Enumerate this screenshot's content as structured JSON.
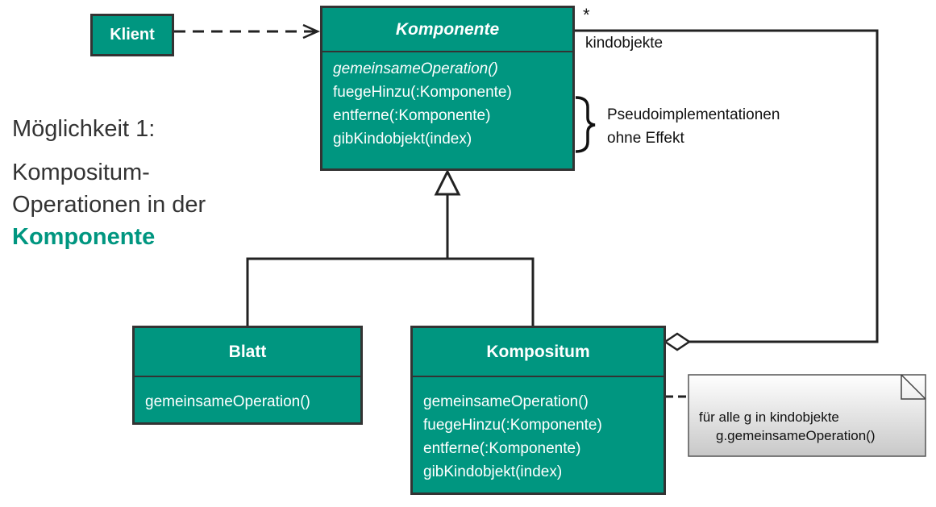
{
  "klient": {
    "label": "Klient"
  },
  "komponente": {
    "title": "Komponente",
    "operations": [
      "gemeinsameOperation()",
      "fuegeHinzu(:Komponente)",
      "entferne(:Komponente)",
      "gibKindobjekt(index)"
    ]
  },
  "association": {
    "multiplicity": "*",
    "role": "kindobjekte"
  },
  "brace_note": {
    "line1": "Pseudoimplementationen",
    "line2": "ohne Effekt"
  },
  "side_label": {
    "line1": "Möglichkeit 1:",
    "line2": "Kompositum-",
    "line3": "Operationen in der",
    "highlight": "Komponente"
  },
  "blatt": {
    "title": "Blatt",
    "operations": [
      "gemeinsameOperation()"
    ]
  },
  "kompositum": {
    "title": "Kompositum",
    "operations": [
      "gemeinsameOperation()",
      "fuegeHinzu(:Komponente)",
      "entferne(:Komponente)",
      "gibKindobjekt(index)"
    ]
  },
  "note": {
    "line1": "für alle g in kindobjekte",
    "line2": "g.gemeinsameOperation()"
  },
  "colors": {
    "class_fill": "#009680",
    "highlight_text": "#009680",
    "border": "#333333"
  }
}
